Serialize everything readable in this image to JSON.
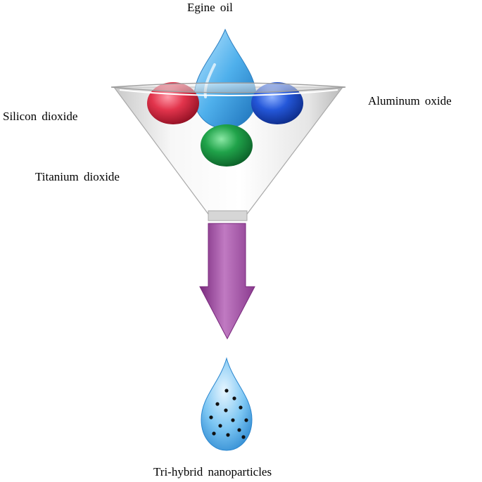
{
  "labels": {
    "engine_oil": "Egine oil",
    "silicon_dioxide": "Silicon dioxide",
    "aluminum_oxide": "Aluminum oxide",
    "titanium_dioxide": "Titanium dioxide",
    "result": "Tri-hybrid nanoparticles"
  },
  "colors": {
    "oil_drop": "#3a9ee0",
    "silicon_dioxide": "#d8233a",
    "aluminum_oxide": "#1f4fd1",
    "titanium_dioxide": "#1e9e46",
    "arrow": "#a64aa8",
    "funnel": "#e8e8e8",
    "particles": "#111111"
  },
  "icons": [
    "oil-drop-icon",
    "funnel-icon",
    "down-arrow-icon",
    "nanofluid-drop-icon"
  ]
}
